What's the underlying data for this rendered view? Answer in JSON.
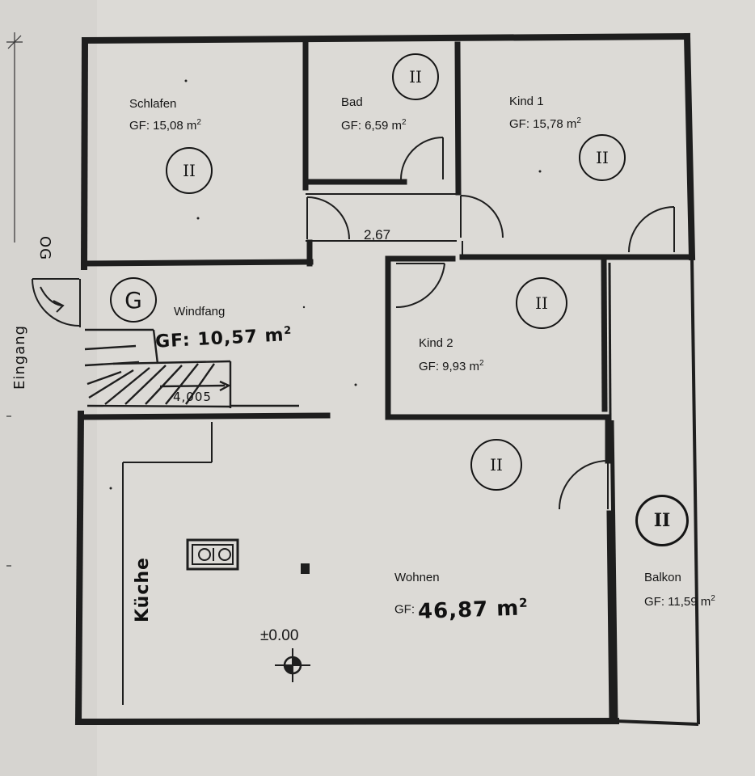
{
  "rooms": {
    "schlafen": {
      "name": "Schlafen",
      "area": "GF: 15,08 m",
      "unit_sup": "2",
      "badge": "II"
    },
    "bad": {
      "name": "Bad",
      "area": "GF: 6,59 m",
      "unit_sup": "2",
      "badge": "II"
    },
    "kind1": {
      "name": "Kind 1",
      "area": "GF: 15,78 m",
      "unit_sup": "2",
      "badge": "II"
    },
    "windfang": {
      "name": "Windfang",
      "area": "GF: 10,57 m",
      "unit_sup": "2",
      "badge": "G"
    },
    "kind2": {
      "name": "Kind 2",
      "area": "GF: 9,93 m",
      "unit_sup": "2",
      "badge": "II"
    },
    "wohnen": {
      "name": "Wohnen",
      "area_prefix": "GF:",
      "area": "46,87 m",
      "unit_sup": "2",
      "badge": "II"
    },
    "balkon": {
      "name": "Balkon",
      "area": "GF: 11,59 m",
      "unit_sup": "2",
      "badge": "II"
    },
    "kueche": {
      "name": "Küche"
    }
  },
  "annotations": {
    "hall_width": "2,67",
    "stair_width": "4,005",
    "elevation": "±0.00",
    "entrance": "Eingang",
    "upper_floor": "OG"
  },
  "colors": {
    "paper": "#dcdad6",
    "wall": "#1e1e1e",
    "ink": "#161616"
  }
}
